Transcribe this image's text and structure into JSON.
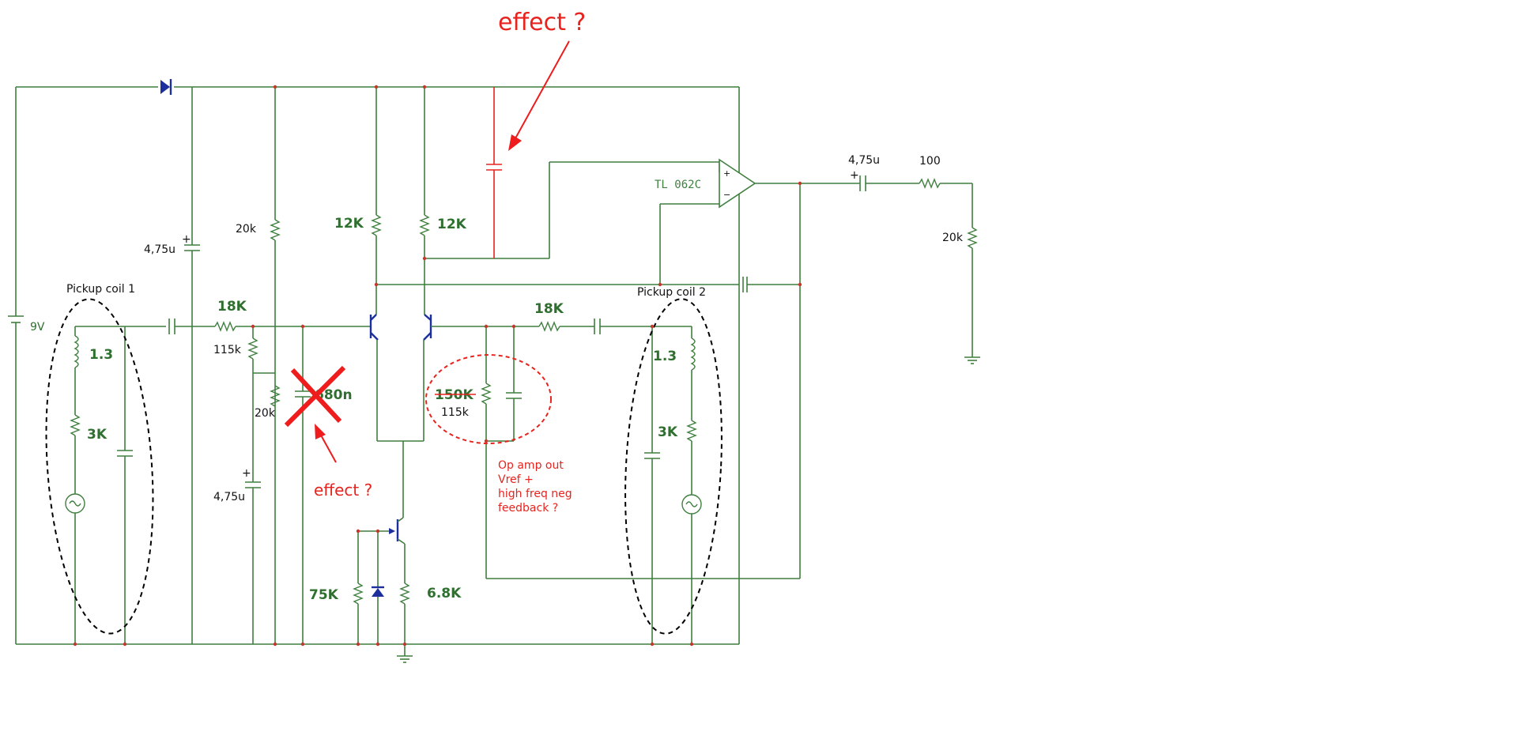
{
  "battery": {
    "label": "9V"
  },
  "input_stage": {
    "pickup_coil_1_label": "Pickup coil 1",
    "coil1_inductor": "1.3",
    "coil1_resistor": "3K",
    "bias_cap": "4,75u",
    "r_input": "18K",
    "r_20k_top": "20k",
    "r_115k": "115k",
    "r_20k_bottom": "20k",
    "cap_bottom": "4,75u",
    "cap_680n": "680n"
  },
  "diff_pair": {
    "collector_left": "12K",
    "collector_right": "12K",
    "tail_resistor": "75K",
    "emitter_resistor": "6.8K"
  },
  "feedback": {
    "r_struck": "150K",
    "r_replacement": "115k",
    "r_input2": "18K"
  },
  "pickup2": {
    "label": "Pickup coil 2",
    "inductor": "1.3",
    "resistor": "3K"
  },
  "opamp": {
    "label": "TL 062C"
  },
  "output": {
    "cap": "4,75u",
    "resistor": "100",
    "load": "20k",
    "plus": "+"
  },
  "annotations": {
    "effect_top": "effect ?",
    "effect_bottom": "effect ?",
    "note_line1": "Op amp out",
    "note_line2": "Vref +",
    "note_line3": "high freq neg",
    "note_line4": " feedback ?"
  },
  "colors": {
    "wire": "#3f7f3f",
    "annotation": "#e8231e",
    "semiconductor": "#1d2f9c",
    "node": "#c0392b"
  }
}
